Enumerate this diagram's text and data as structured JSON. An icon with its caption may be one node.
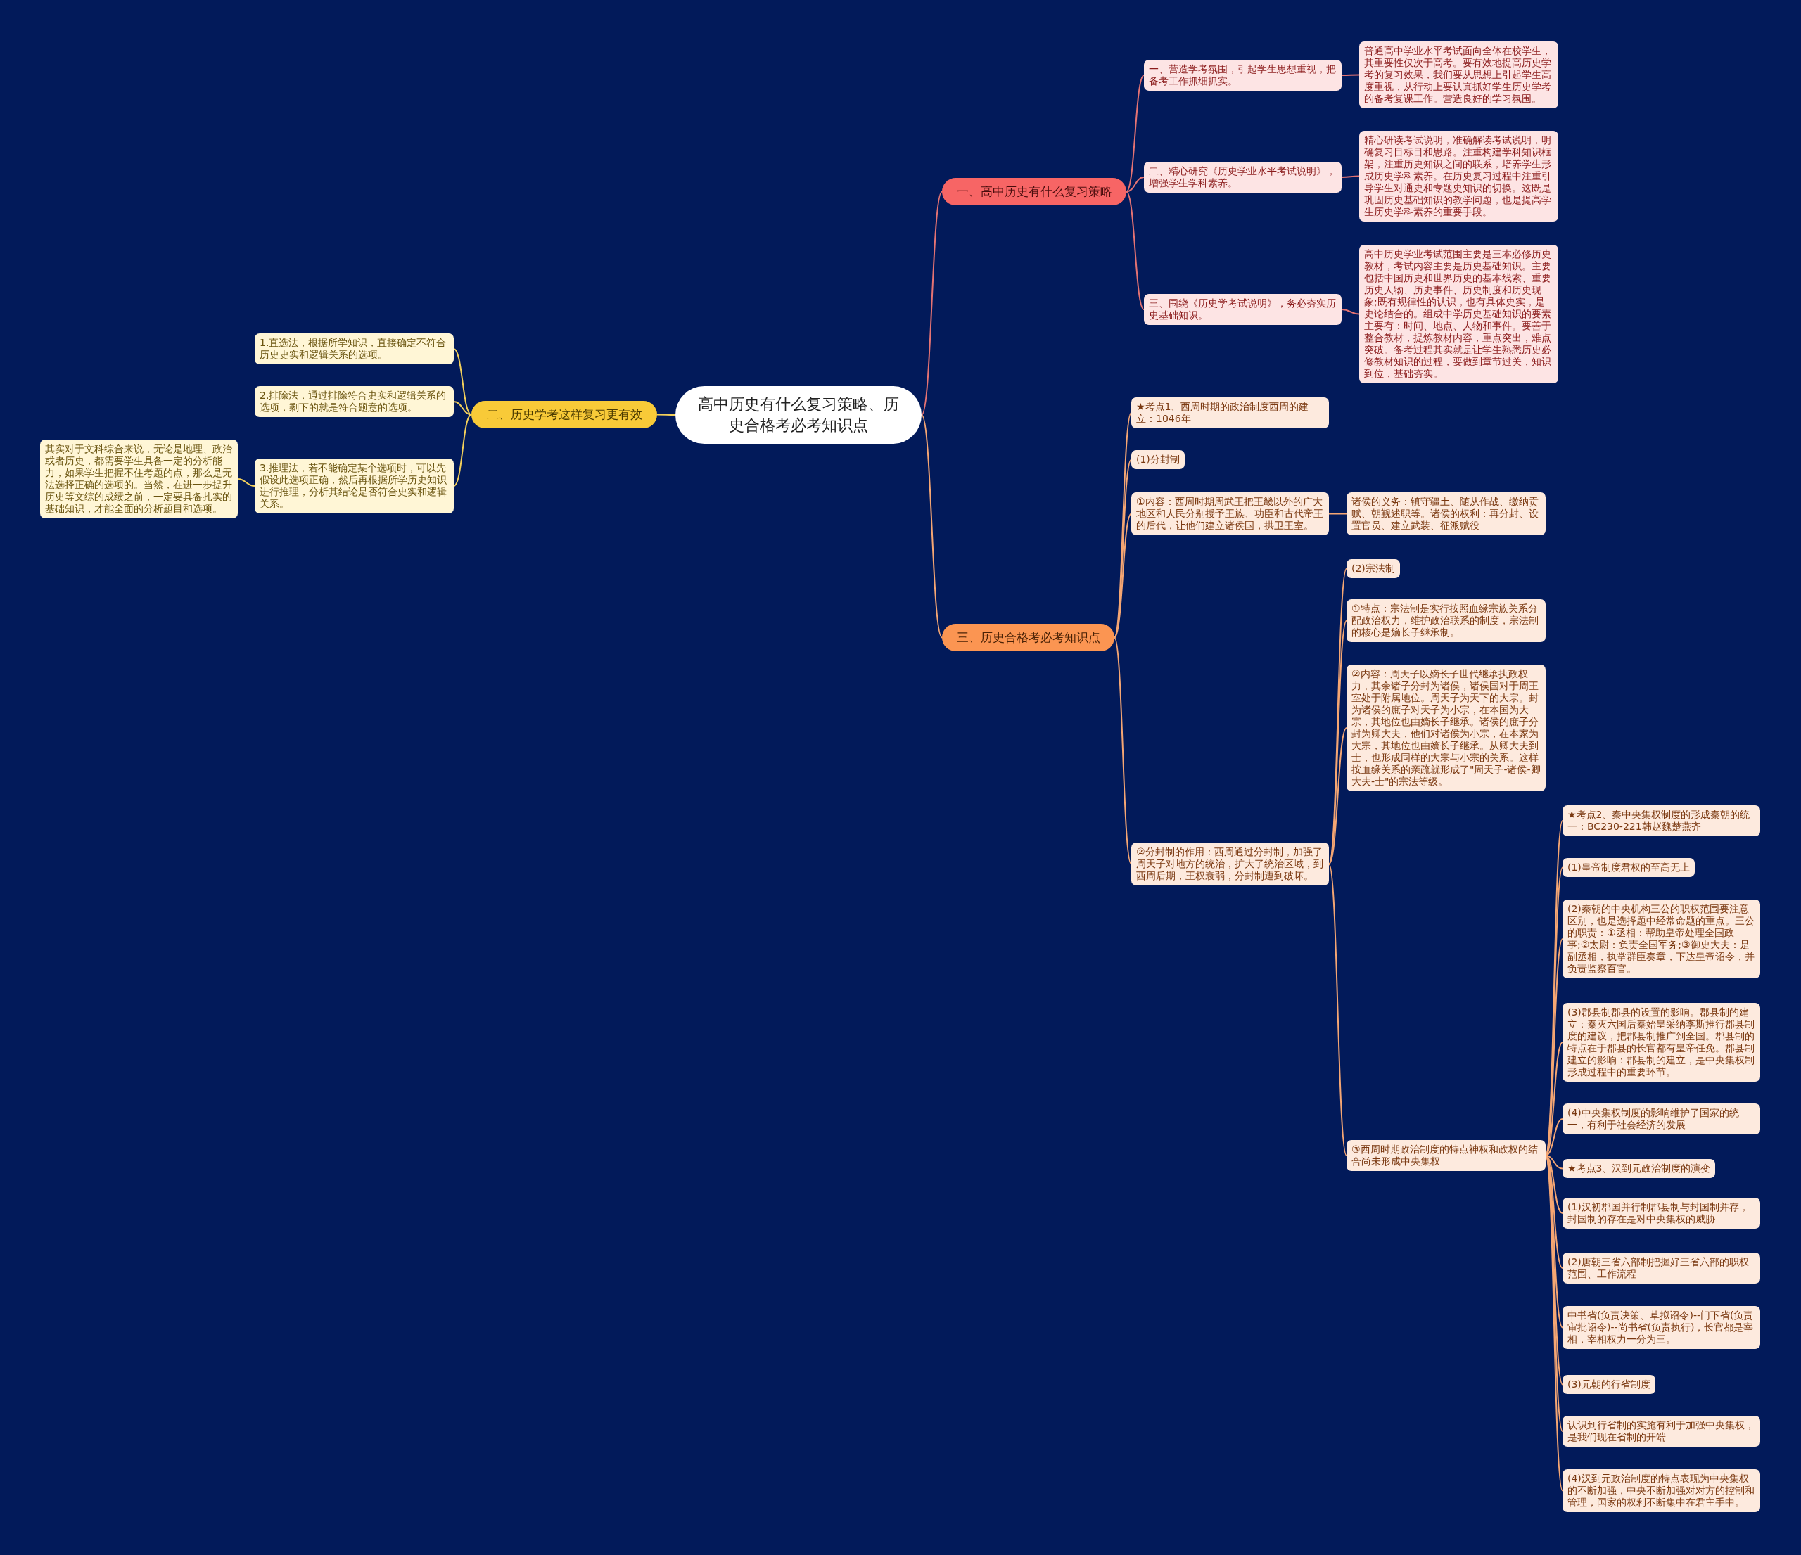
{
  "diagram": {
    "nodes": [
      {
        "text": [
          "高中历史有什么复习策略、历史合格考必考知识点"
        ]
      },
      {
        "text": [
          "一、高中历史有什么复习策略"
        ]
      },
      {
        "text": [
          "一、营造学考氛围，引起学生思想重视，把备考工作抓细抓实。"
        ]
      },
      {
        "text": [
          "普通高中学业水平考试面向全体在校学生，其重要性仅次于高考。要有效地提高历史学考的复习效果，我们要从思想上引起学生高度重视，从行动上要认真抓好学生历史学考的备考复课工作。营造良好的学习氛围。"
        ]
      },
      {
        "text": [
          "二、精心研究《历史学业水平考试说明》，增强学生学科素养。"
        ]
      },
      {
        "text": [
          "精心研读考试说明，准确解读考试说明，明确复习目标目和思路。注重构建学科知识框架，注重历史知识之间的联系，培养学生形成历史学科素养。在历史复习过程中注重引导学生对通史和专题史知识的切换。这既是巩固历史基础知识的教学问题，也是提高学生历史学科素养的重要手段。"
        ]
      },
      {
        "text": [
          "三、围绕《历史学考试说明》，务必夯实历史基础知识。"
        ]
      },
      {
        "text": [
          "高中历史学业考试范围主要是三本必修历史教材，考试内容主要是历史基础知识。主要包括中国历史和世界历史的基本线索、重要历史人物、历史事件、历史制度和历史现象;既有规律性的认识，也有具体史实，是史论结合的。组成中学历史基础知识的要素主要有：时间、地点、人物和事件。要善于整合教材，提炼教材内容，重点突出，难点突破。备考过程其实就是让学生熟悉历史必修教材知识的过程，要做到章节过关，知识到位，基础夯实。"
        ]
      },
      {
        "text": [
          "二、历史学考这样复习更有效"
        ]
      },
      {
        "text": [
          "1.直选法，根据所学知识，直接确定不符合历史史实和逻辑关系的选项。"
        ]
      },
      {
        "text": [
          "2.排除法，通过排除符合史实和逻辑关系的选项，剩下的就是符合题意的选项。"
        ]
      },
      {
        "text": [
          "3.推理法，若不能确定某个选项时，可以先假设此选项正确，然后再根据所学历史知识进行推理，分析其结论是否符合史实和逻辑关系。"
        ]
      },
      {
        "text": [
          "其实对于文科综合来说，无论是地理、政治或者历史，都需要学生具备一定的分析能力，如果学生把握不住考题的点，那么是无法选择正确的选项的。当然，在进一步提升历史等文综的成绩之前，一定要具备扎实的基础知识，才能全面的分析题目和选项。"
        ]
      },
      {
        "text": [
          "三、历史合格考必考知识点"
        ]
      },
      {
        "text": [
          "★考点1、西周时期的政治制度西周的建立：1046年"
        ]
      },
      {
        "text": [
          "(1)分封制"
        ]
      },
      {
        "text": [
          "①内容：西周时期周武王把王畿以外的广大地区和人民分别授予王族、功臣和古代帝王的后代，让他们建立诸侯国，拱卫王室。"
        ]
      },
      {
        "text": [
          "诸侯的义务：镇守疆土、随从作战、缴纳贡赋、朝觐述职等。诸侯的权利：再分封、设置官员、建立武装、征派赋役"
        ]
      },
      {
        "text": [
          "②分封制的作用：西周通过分封制，加强了周天子对地方的统治，扩大了统治区域，到西周后期，王权衰弱，分封制遭到破坏。"
        ]
      },
      {
        "text": [
          "(2)宗法制"
        ]
      },
      {
        "text": [
          "①特点：宗法制是实行按照血缘宗族关系分配政治权力，维护政治联系的制度，宗法制的核心是嫡长子继承制。"
        ]
      },
      {
        "text": [
          "②内容：周天子以嫡长子世代继承执政权力，其余诸子分封为诸侯，诸侯国对于周王室处于附属地位。周天子为天下的大宗。封为诸侯的庶子对天子为小宗，在本国为大宗，其地位也由嫡长子继承。诸侯的庶子分封为卿大夫，他们对诸侯为小宗，在本家为大宗，其地位也由嫡长子继承。从卿大夫到士，也形成同样的大宗与小宗的关系。这样按血缘关系的亲疏就形成了\"周天子-诸侯-卿大夫-士\"的宗法等级。"
        ]
      },
      {
        "text": [
          "③西周时期政治制度的特点神权和政权的结合尚未形成中央集权"
        ]
      },
      {
        "text": [
          "★考点2、秦中央集权制度的形成秦朝的统一：BC230-221韩赵魏楚燕齐"
        ]
      },
      {
        "text": [
          "(1)皇帝制度君权的至高无上"
        ]
      },
      {
        "text": [
          "(2)秦朝的中央机构三公的职权范围要注意区别，也是选择题中经常命题的重点。三公的职责：①丞相：帮助皇帝处理全国政事;②太尉：负责全国军务;③御史大夫：是副丞相，执掌群臣奏章，下达皇帝诏令，并负责监察百官。"
        ]
      },
      {
        "text": [
          "(3)郡县制郡县的设置的影响。郡县制的建立：秦灭六国后秦始皇采纳李斯推行郡县制度的建议，把郡县制推广到全国。郡县制的特点在于郡县的长官都有皇帝任免。郡县制建立的影响：郡县制的建立，是中央集权制形成过程中的重要环节。"
        ]
      },
      {
        "text": [
          "(4)中央集权制度的影响维护了国家的统一，有利于社会经济的发展"
        ]
      },
      {
        "text": [
          "★考点3、汉到元政治制度的演变"
        ]
      },
      {
        "text": [
          "(1)汉初郡国并行制郡县制与封国制并存，封国制的存在是对中央集权的威胁"
        ]
      },
      {
        "text": [
          "(2)唐朝三省六部制把握好三省六部的职权范围、工作流程"
        ]
      },
      {
        "text": [
          "中书省(负责决策、草拟诏令)--门下省(负责审批诏令)--尚书省(负责执行)，长官都是宰相，宰相权力一分为三。"
        ]
      },
      {
        "text": [
          "(3)元朝的行省制度"
        ]
      },
      {
        "text": [
          "认识到行省制的实施有利于加强中央集权，是我们现在省制的开端"
        ]
      },
      {
        "text": [
          "(4)汉到元政治制度的特点表现为中央集权的不断加强，中央不断加强对对方的控制和管理，国家的权利不断集中在君主手中。"
        ]
      }
    ],
    "edges": [
      {
        "from": 0,
        "to": 1,
        "arrow": "none",
        "color": "#e57373"
      },
      {
        "from": 1,
        "to": 2,
        "arrow": "none",
        "color": "#e57373"
      },
      {
        "from": 2,
        "to": 3,
        "arrow": "none",
        "color": "#e57373"
      },
      {
        "from": 1,
        "to": 4,
        "arrow": "none",
        "color": "#e57373"
      },
      {
        "from": 4,
        "to": 5,
        "arrow": "none",
        "color": "#e57373"
      },
      {
        "from": 1,
        "to": 6,
        "arrow": "none",
        "color": "#e57373"
      },
      {
        "from": 6,
        "to": 7,
        "arrow": "none",
        "color": "#e57373"
      },
      {
        "from": 0,
        "to": 8,
        "arrow": "none",
        "color": "#f2cf5b"
      },
      {
        "from": 8,
        "to": 9,
        "arrow": "none",
        "color": "#f2cf5b"
      },
      {
        "from": 8,
        "to": 10,
        "arrow": "none",
        "color": "#f2cf5b"
      },
      {
        "from": 8,
        "to": 11,
        "arrow": "none",
        "color": "#f2cf5b"
      },
      {
        "from": 11,
        "to": 12,
        "arrow": "none",
        "color": "#f2cf5b"
      },
      {
        "from": 0,
        "to": 13,
        "arrow": "none"
      },
      {
        "from": 13,
        "to": 14,
        "arrow": "none"
      },
      {
        "from": 13,
        "to": 15,
        "arrow": "none"
      },
      {
        "from": 13,
        "to": 16,
        "arrow": "none"
      },
      {
        "from": 16,
        "to": 17,
        "arrow": "none"
      },
      {
        "from": 13,
        "to": 18,
        "arrow": "none"
      },
      {
        "from": 18,
        "to": 19,
        "arrow": "none"
      },
      {
        "from": 18,
        "to": 20,
        "arrow": "none"
      },
      {
        "from": 18,
        "to": 21,
        "arrow": "none"
      },
      {
        "from": 18,
        "to": 22,
        "arrow": "none"
      },
      {
        "from": 22,
        "to": 23,
        "arrow": "none"
      },
      {
        "from": 22,
        "to": 24,
        "arrow": "none"
      },
      {
        "from": 22,
        "to": 25,
        "arrow": "none"
      },
      {
        "from": 22,
        "to": 26,
        "arrow": "none"
      },
      {
        "from": 22,
        "to": 27,
        "arrow": "none"
      },
      {
        "from": 22,
        "to": 28,
        "arrow": "none"
      },
      {
        "from": 22,
        "to": 29,
        "arrow": "none"
      },
      {
        "from": 22,
        "to": 30,
        "arrow": "none"
      },
      {
        "from": 22,
        "to": 31,
        "arrow": "none"
      },
      {
        "from": 22,
        "to": 32,
        "arrow": "none"
      },
      {
        "from": 22,
        "to": 33,
        "arrow": "none"
      },
      {
        "from": 22,
        "to": 34,
        "arrow": "none"
      }
    ]
  }
}
